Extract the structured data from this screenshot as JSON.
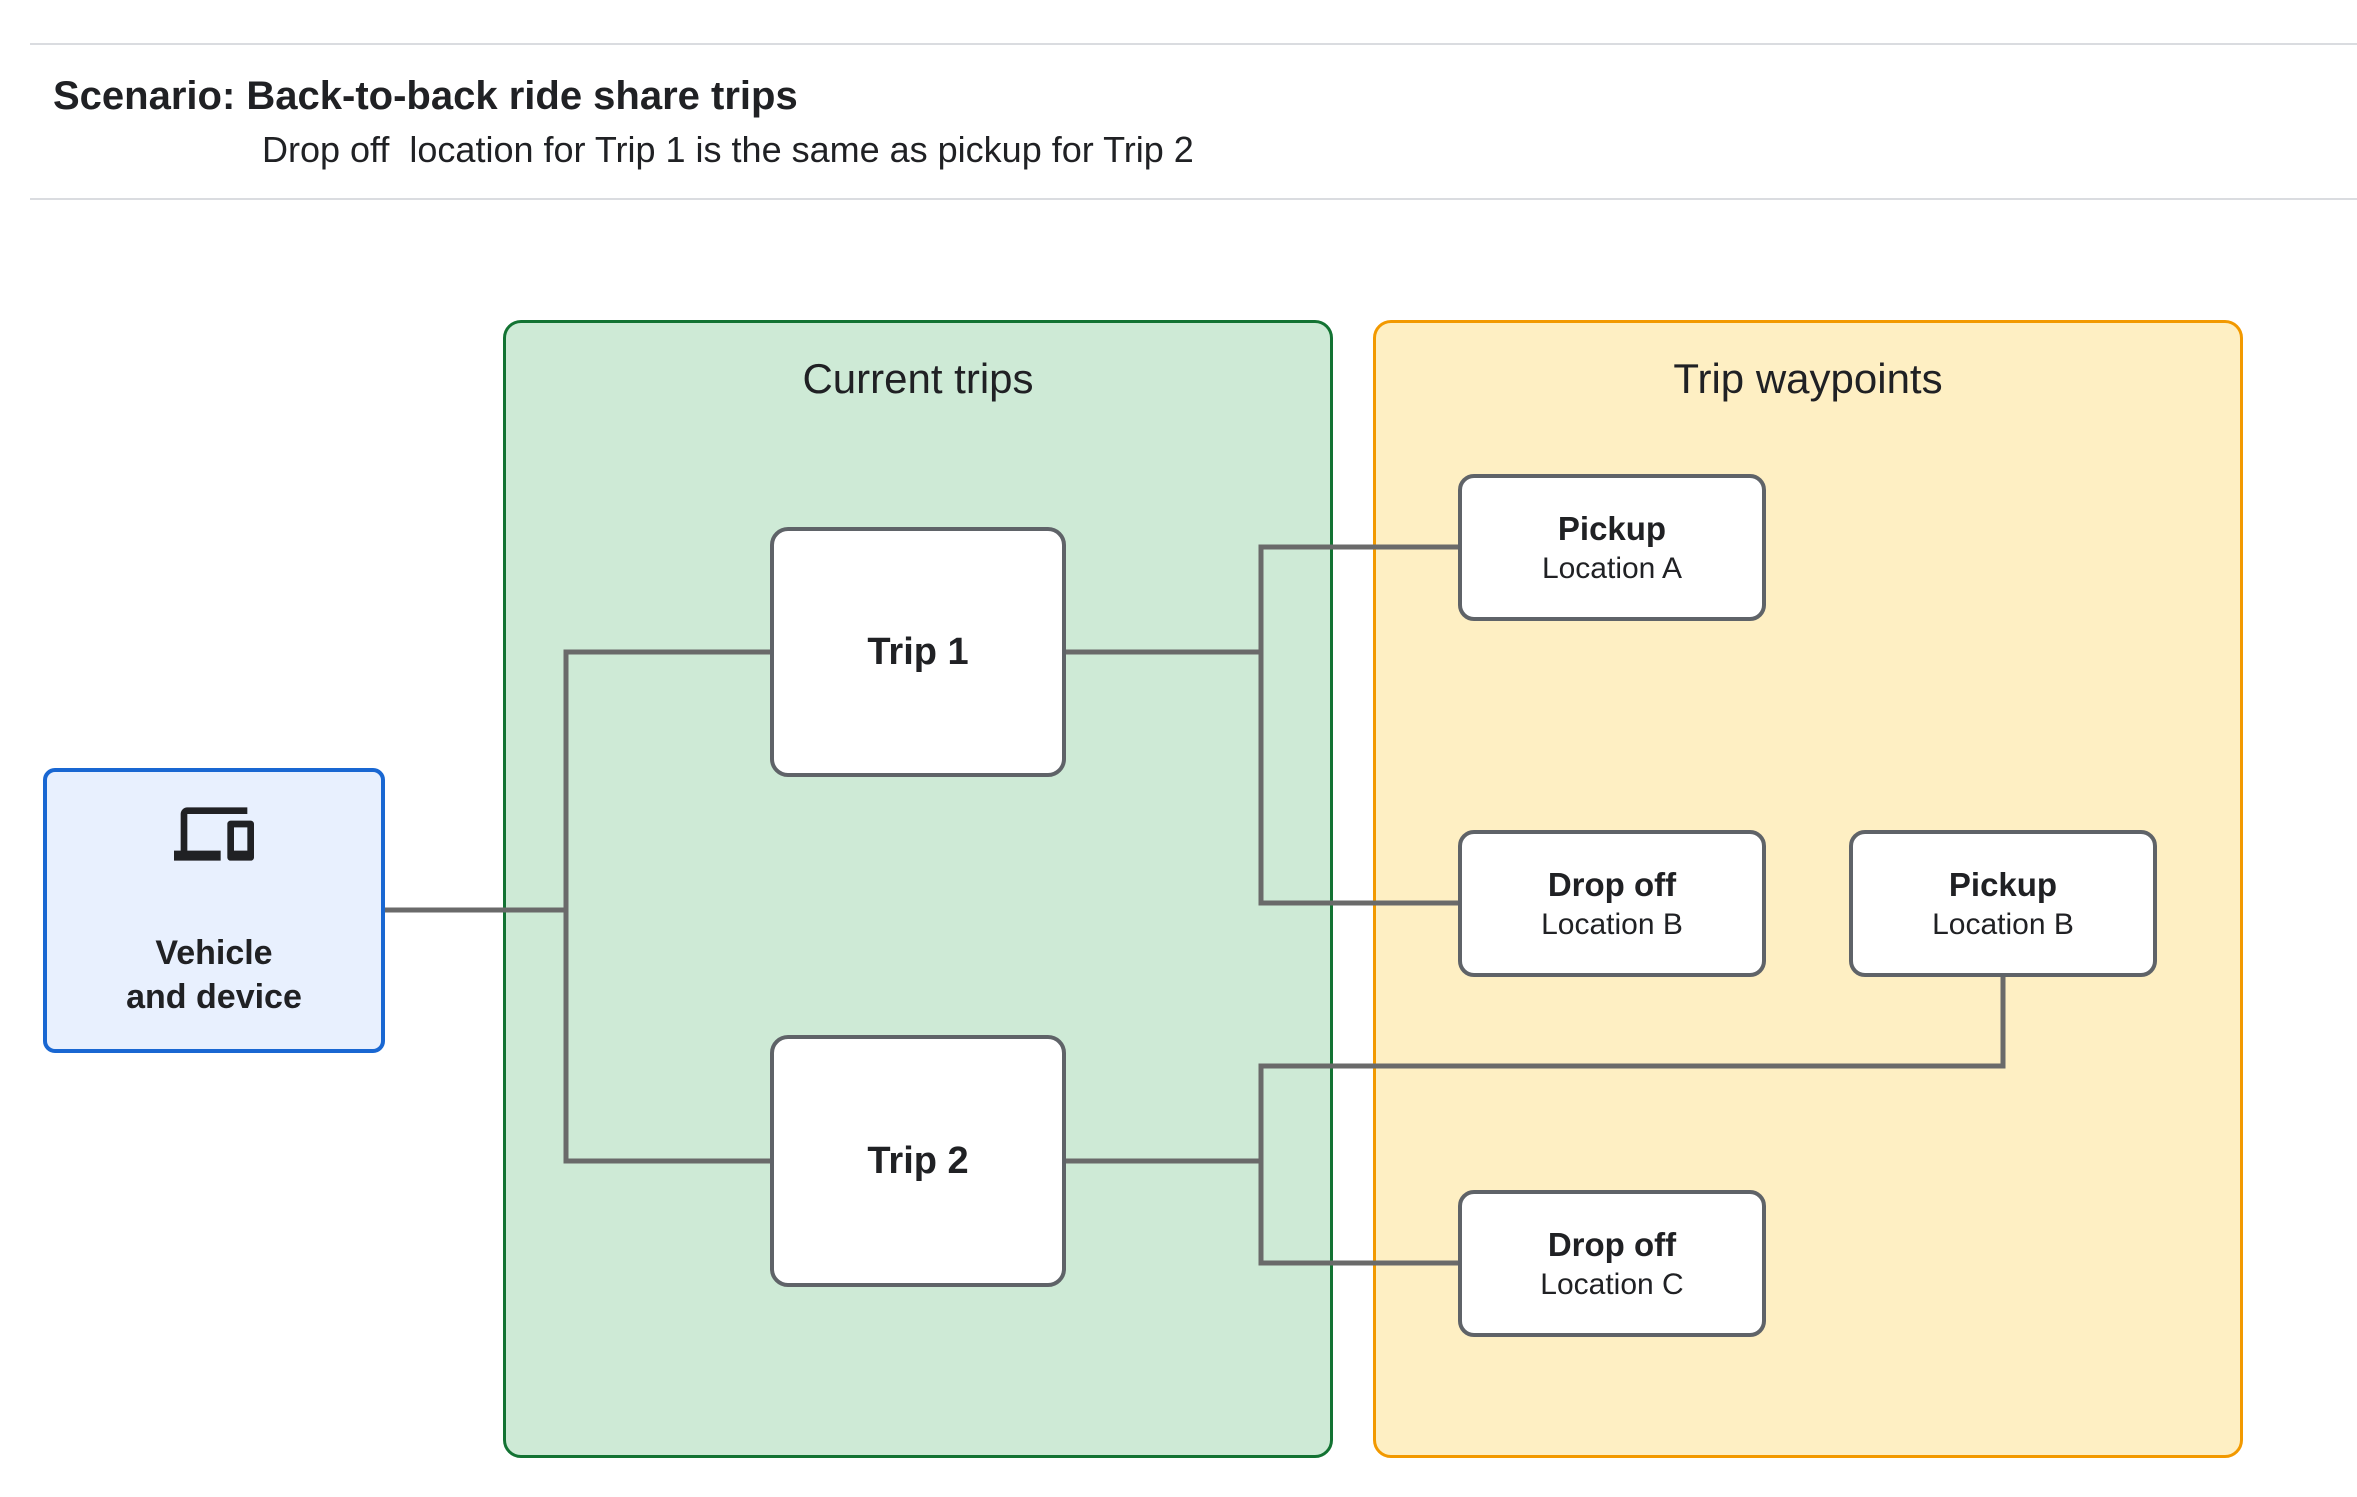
{
  "header": {
    "title": "Scenario: Back-to-back ride share trips",
    "subtitle": "Drop off  location for Trip 1 is the same as pickup for Trip 2"
  },
  "vehicle": {
    "icon": "devices-icon",
    "label_line1": "Vehicle",
    "label_line2": "and device"
  },
  "panels": {
    "current_trips": {
      "title": "Current trips",
      "fill": "#CEEAD6",
      "border": "#137333"
    },
    "trip_waypoints": {
      "title": "Trip waypoints",
      "fill": "#FEEFC3",
      "border": "#F29900"
    }
  },
  "trips": [
    {
      "label": "Trip 1"
    },
    {
      "label": "Trip 2"
    }
  ],
  "waypoints": [
    {
      "type": "Pickup",
      "location": "Location A"
    },
    {
      "type": "Drop off",
      "location": "Location B"
    },
    {
      "type": "Pickup",
      "location": "Location B"
    },
    {
      "type": "Drop off",
      "location": "Location C"
    }
  ],
  "colors": {
    "vehicle_fill": "#E8F0FE",
    "vehicle_border": "#1967D2",
    "node_border": "#5F6368",
    "connector": "#6A6A6A",
    "text": "#202124",
    "rule": "#DADCE0"
  }
}
